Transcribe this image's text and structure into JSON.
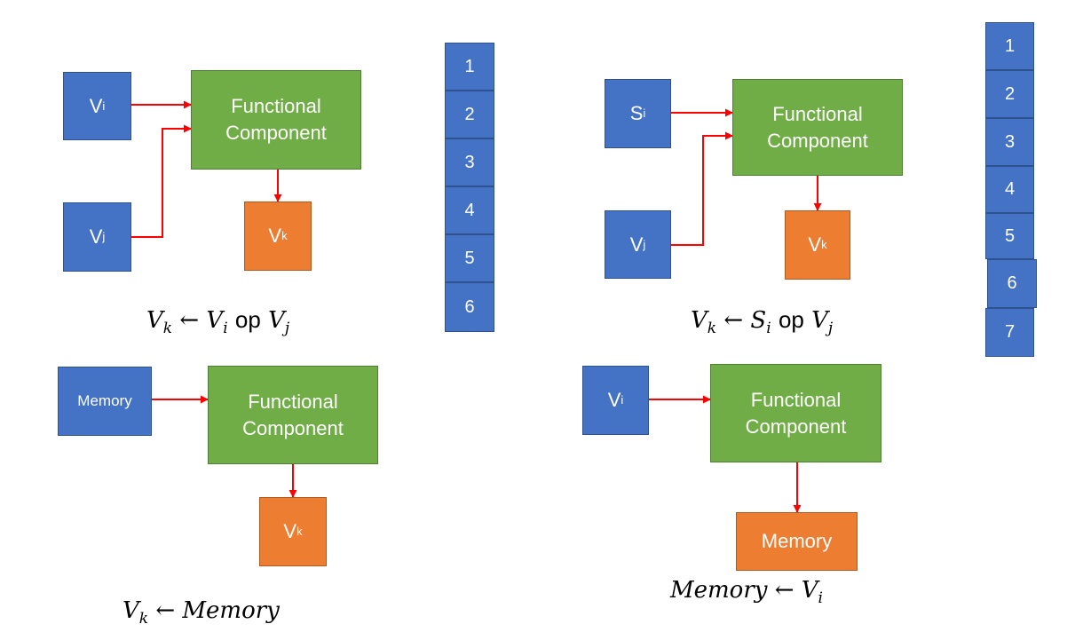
{
  "colors": {
    "vector_register": "#4472c4",
    "functional_component": "#70ad47",
    "destination": "#ed7d31",
    "arrow": "#ff0000"
  },
  "labels": {
    "functional_component": "Functional Component",
    "memory": "Memory",
    "op": "op"
  },
  "vars": {
    "V": "V",
    "S": "S",
    "i": "i",
    "j": "j",
    "k": "k",
    "Memory": "Memory",
    "arrow": "←"
  },
  "register_file_6": [
    "1",
    "2",
    "3",
    "4",
    "5",
    "6"
  ],
  "register_file_7": [
    "1",
    "2",
    "3",
    "4",
    "5",
    "6",
    "7"
  ]
}
